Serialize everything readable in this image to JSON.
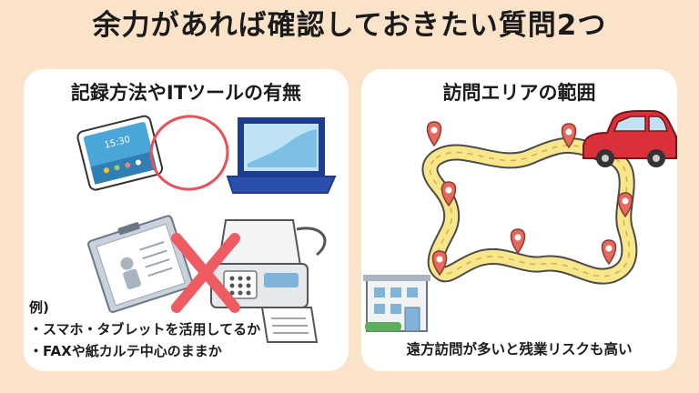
{
  "page": {
    "title": "余力があれば確認しておきたい質問2つ"
  },
  "left_card": {
    "title": "記録方法やITツールの有無",
    "tablet_screen_time": "15:30",
    "example_heading": "例)",
    "examples": [
      "・スマホ・タブレットを活用してるか",
      "・FAXや紙カルテ中心のままか"
    ]
  },
  "right_card": {
    "title": "訪問エリアの範囲",
    "caption": "遠方訪問が多いと残業リスクも高い"
  },
  "colors": {
    "background": "#fbe3c9",
    "card": "#ffffff",
    "circle_mark": "#e8505b",
    "cross_mark": "#ee5b60",
    "road": "#f9e58a",
    "car": "#d9303a",
    "pin": "#e36a5c"
  },
  "icons": [
    "tablet-icon",
    "laptop-icon",
    "clipboard-icon",
    "fax-icon",
    "circle-mark-icon",
    "cross-mark-icon",
    "car-icon",
    "map-pin-icon",
    "building-icon"
  ]
}
